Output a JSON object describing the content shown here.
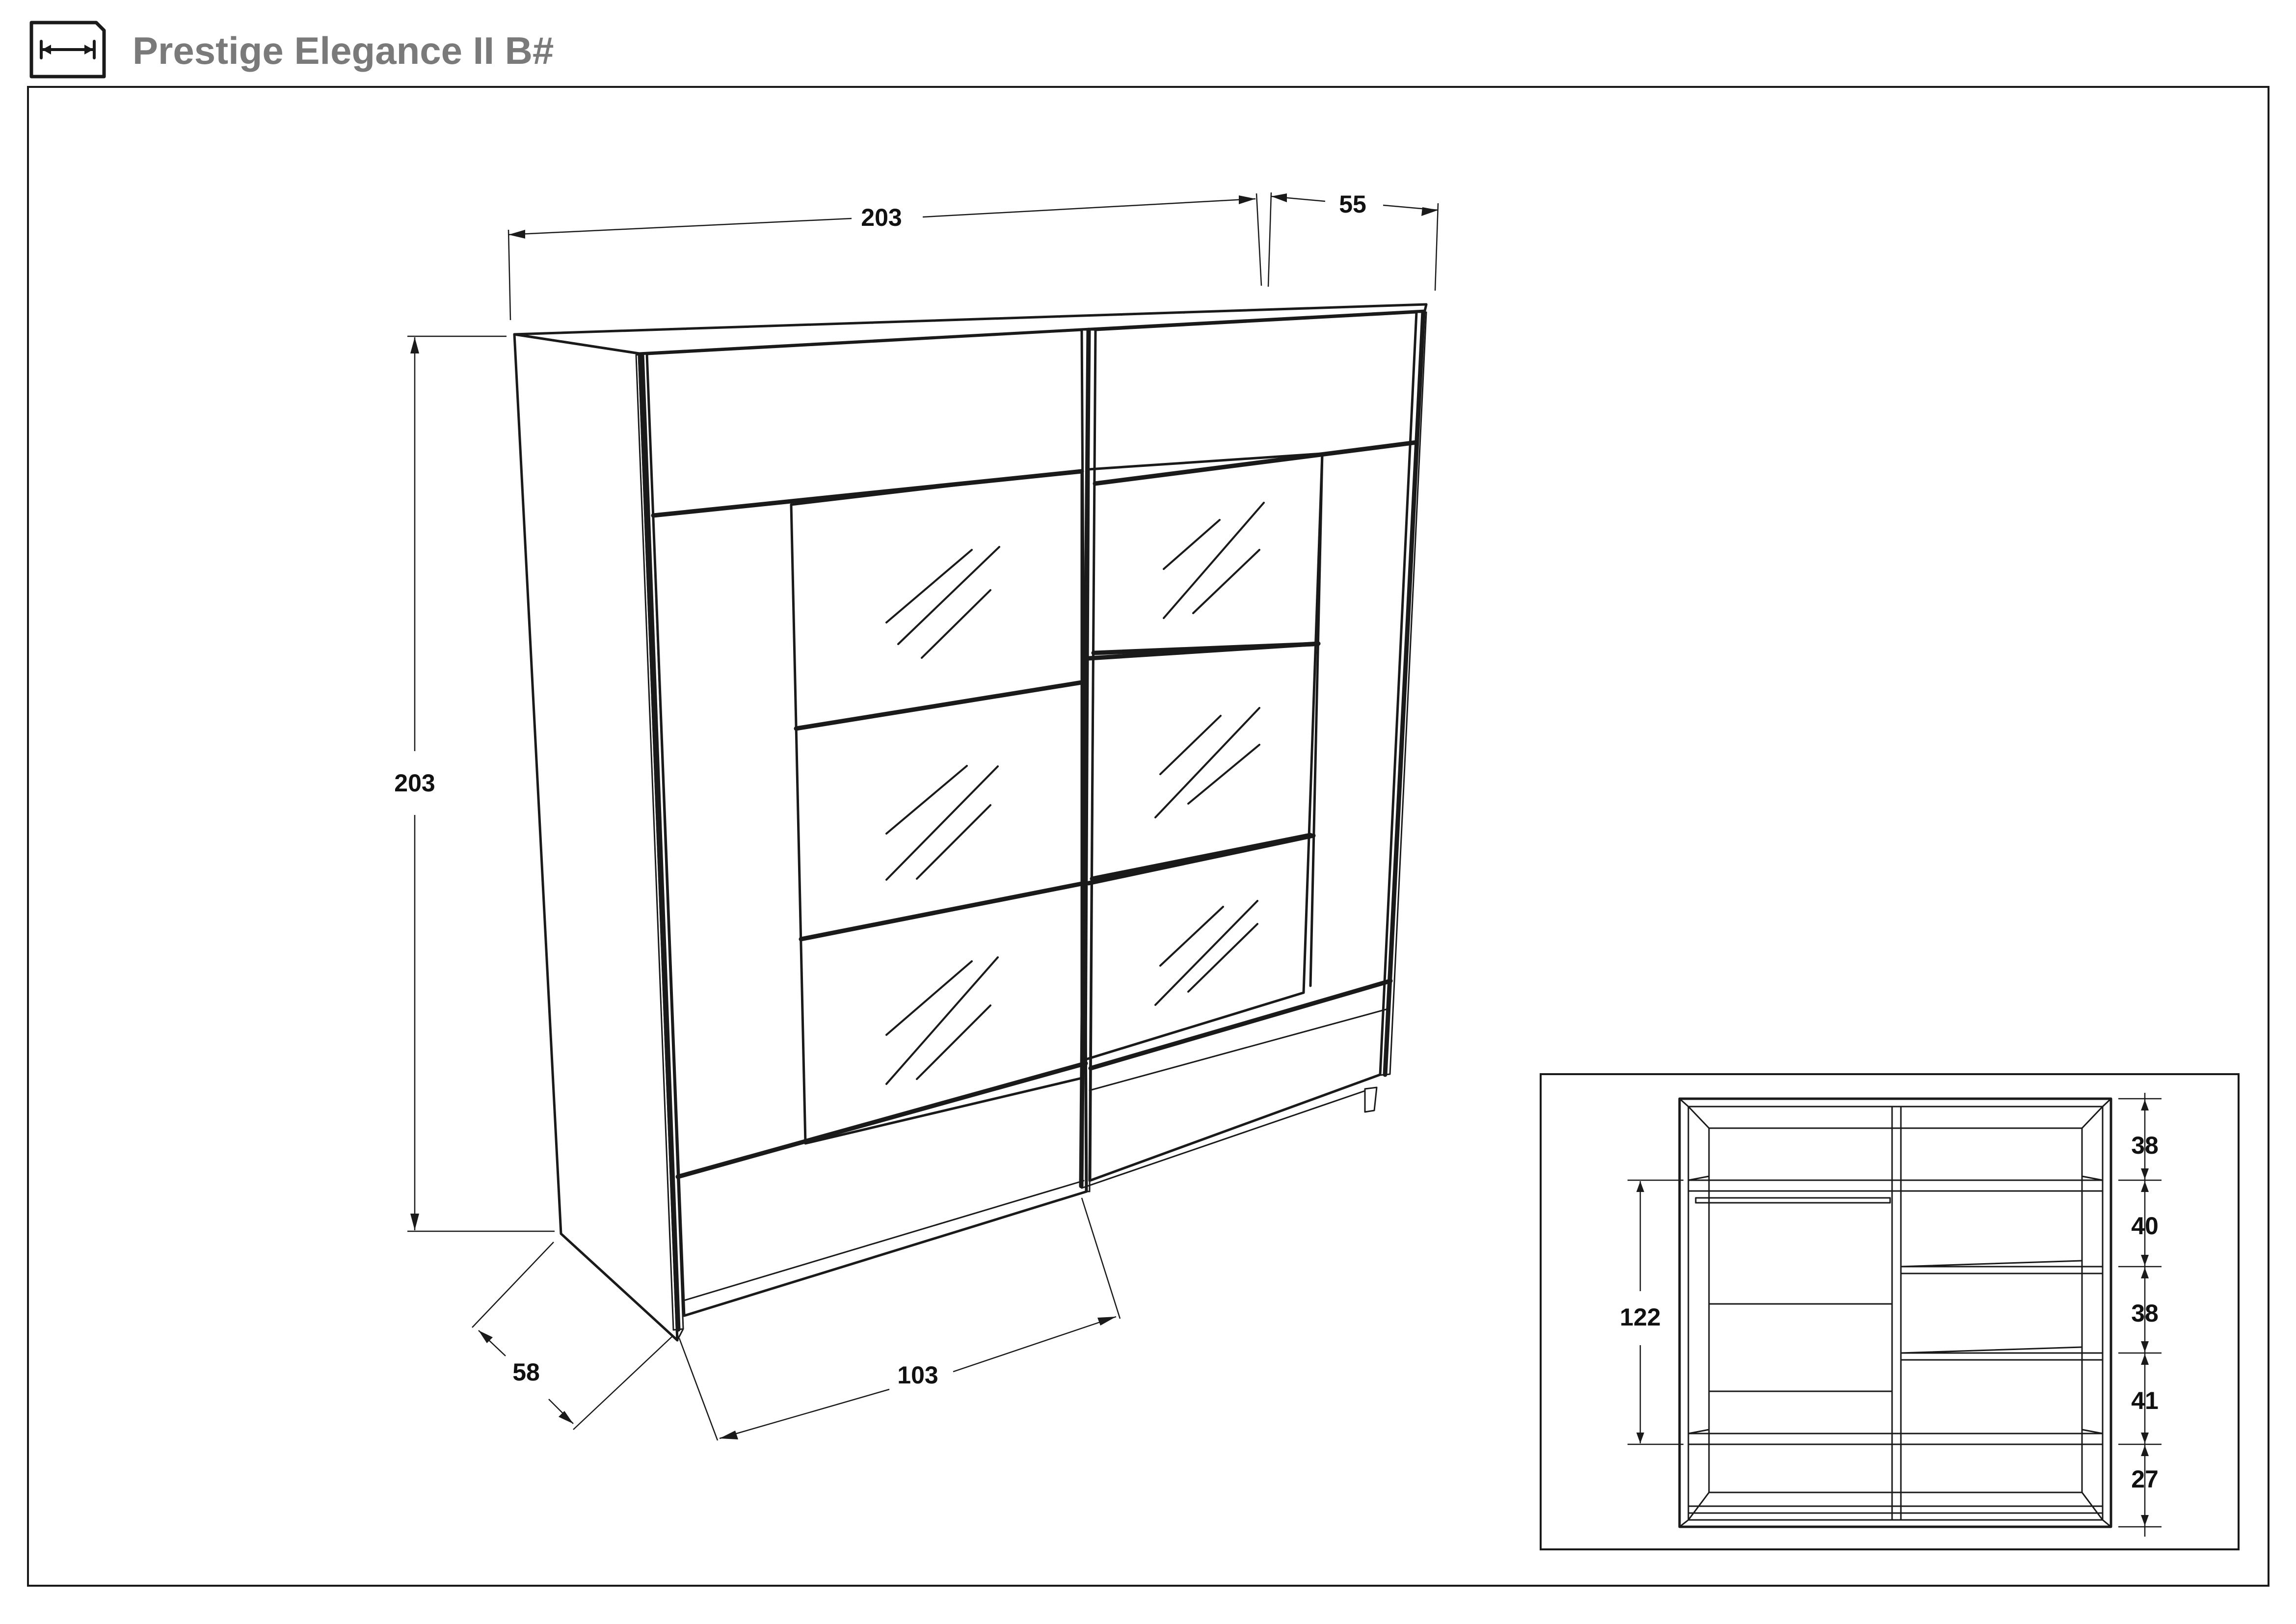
{
  "header": {
    "title": "Prestige Elegance II B#",
    "icon": "dimensions-icon"
  },
  "colors": {
    "line": "#1a1a1a",
    "title": "#7a7a7a",
    "frame": "#1a1a1a",
    "background": "#ffffff"
  },
  "main_view": {
    "width_top": "203",
    "depth_top": "55",
    "height": "203",
    "depth_bottom": "58",
    "door_width": "103"
  },
  "interior_view": {
    "inner_height": "122",
    "shelf_spacings": [
      "38",
      "40",
      "38",
      "41",
      "27"
    ]
  }
}
